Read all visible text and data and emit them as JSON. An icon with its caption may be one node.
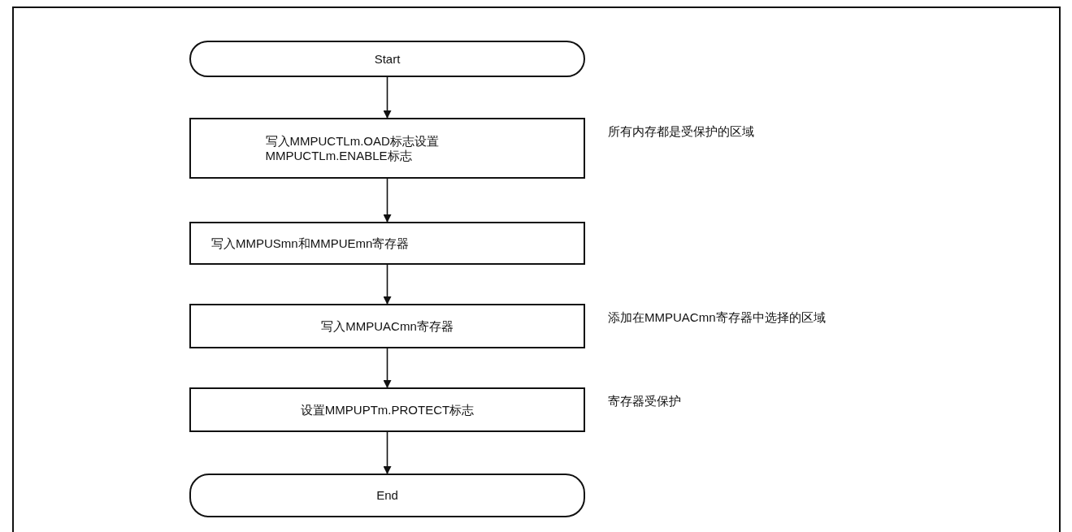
{
  "diagram": {
    "nodes": [
      {
        "text": [
          "Start"
        ]
      },
      {
        "text": [
          "写入MMPUCTLm.OAD标志设置MMPUCTLm.ENABLE标志"
        ],
        "beside": [
          "所有内存都是受保护的区域"
        ]
      },
      {
        "text": [
          "写入MMPUSmn和MMPUEmn寄存器"
        ]
      },
      {
        "text": [
          "写入MMPUACmn寄存器"
        ],
        "beside": [
          "添加在MMPUACmn寄存器中选择的区域"
        ]
      },
      {
        "text": [
          "设置MMPUPTm.PROTECT标志"
        ],
        "beside": [
          "寄存器受保护"
        ]
      },
      {
        "text": [
          "End"
        ]
      }
    ],
    "edges": [
      {
        "from": 0,
        "to": 1,
        "arrow": "to"
      },
      {
        "from": 1,
        "to": 2,
        "arrow": "to"
      },
      {
        "from": 2,
        "to": 3,
        "arrow": "to"
      },
      {
        "from": 3,
        "to": 4,
        "arrow": "to"
      },
      {
        "from": 4,
        "to": 5,
        "arrow": "to"
      }
    ]
  }
}
